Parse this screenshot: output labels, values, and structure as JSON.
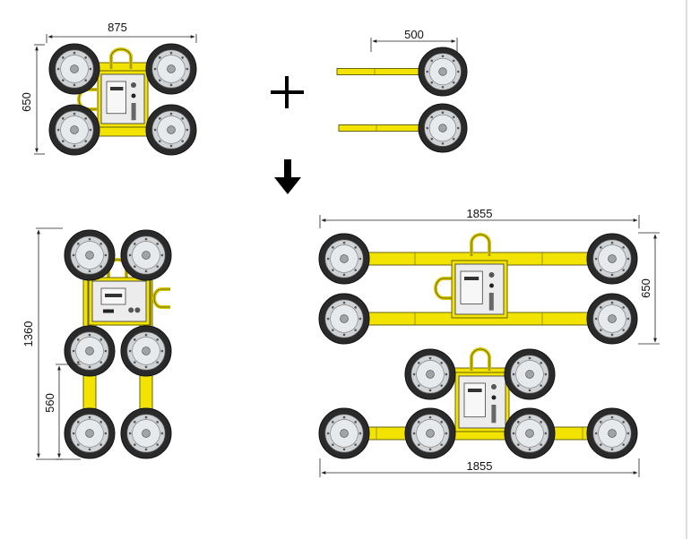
{
  "dimensions": {
    "top_left_width": "875",
    "top_left_height": "650",
    "extension_length": "500",
    "left_total_height": "1360",
    "left_partial_height": "560",
    "right_top_width": "1855",
    "right_top_height": "650",
    "right_bottom_width": "1855"
  },
  "symbols": {
    "plus": "plus-icon",
    "arrow": "arrow-down-icon"
  },
  "colors": {
    "frame_yellow": "#f2e400",
    "tire": "#2a2a2a",
    "rim": "#cfd3d6",
    "control_box": "#ececec"
  }
}
